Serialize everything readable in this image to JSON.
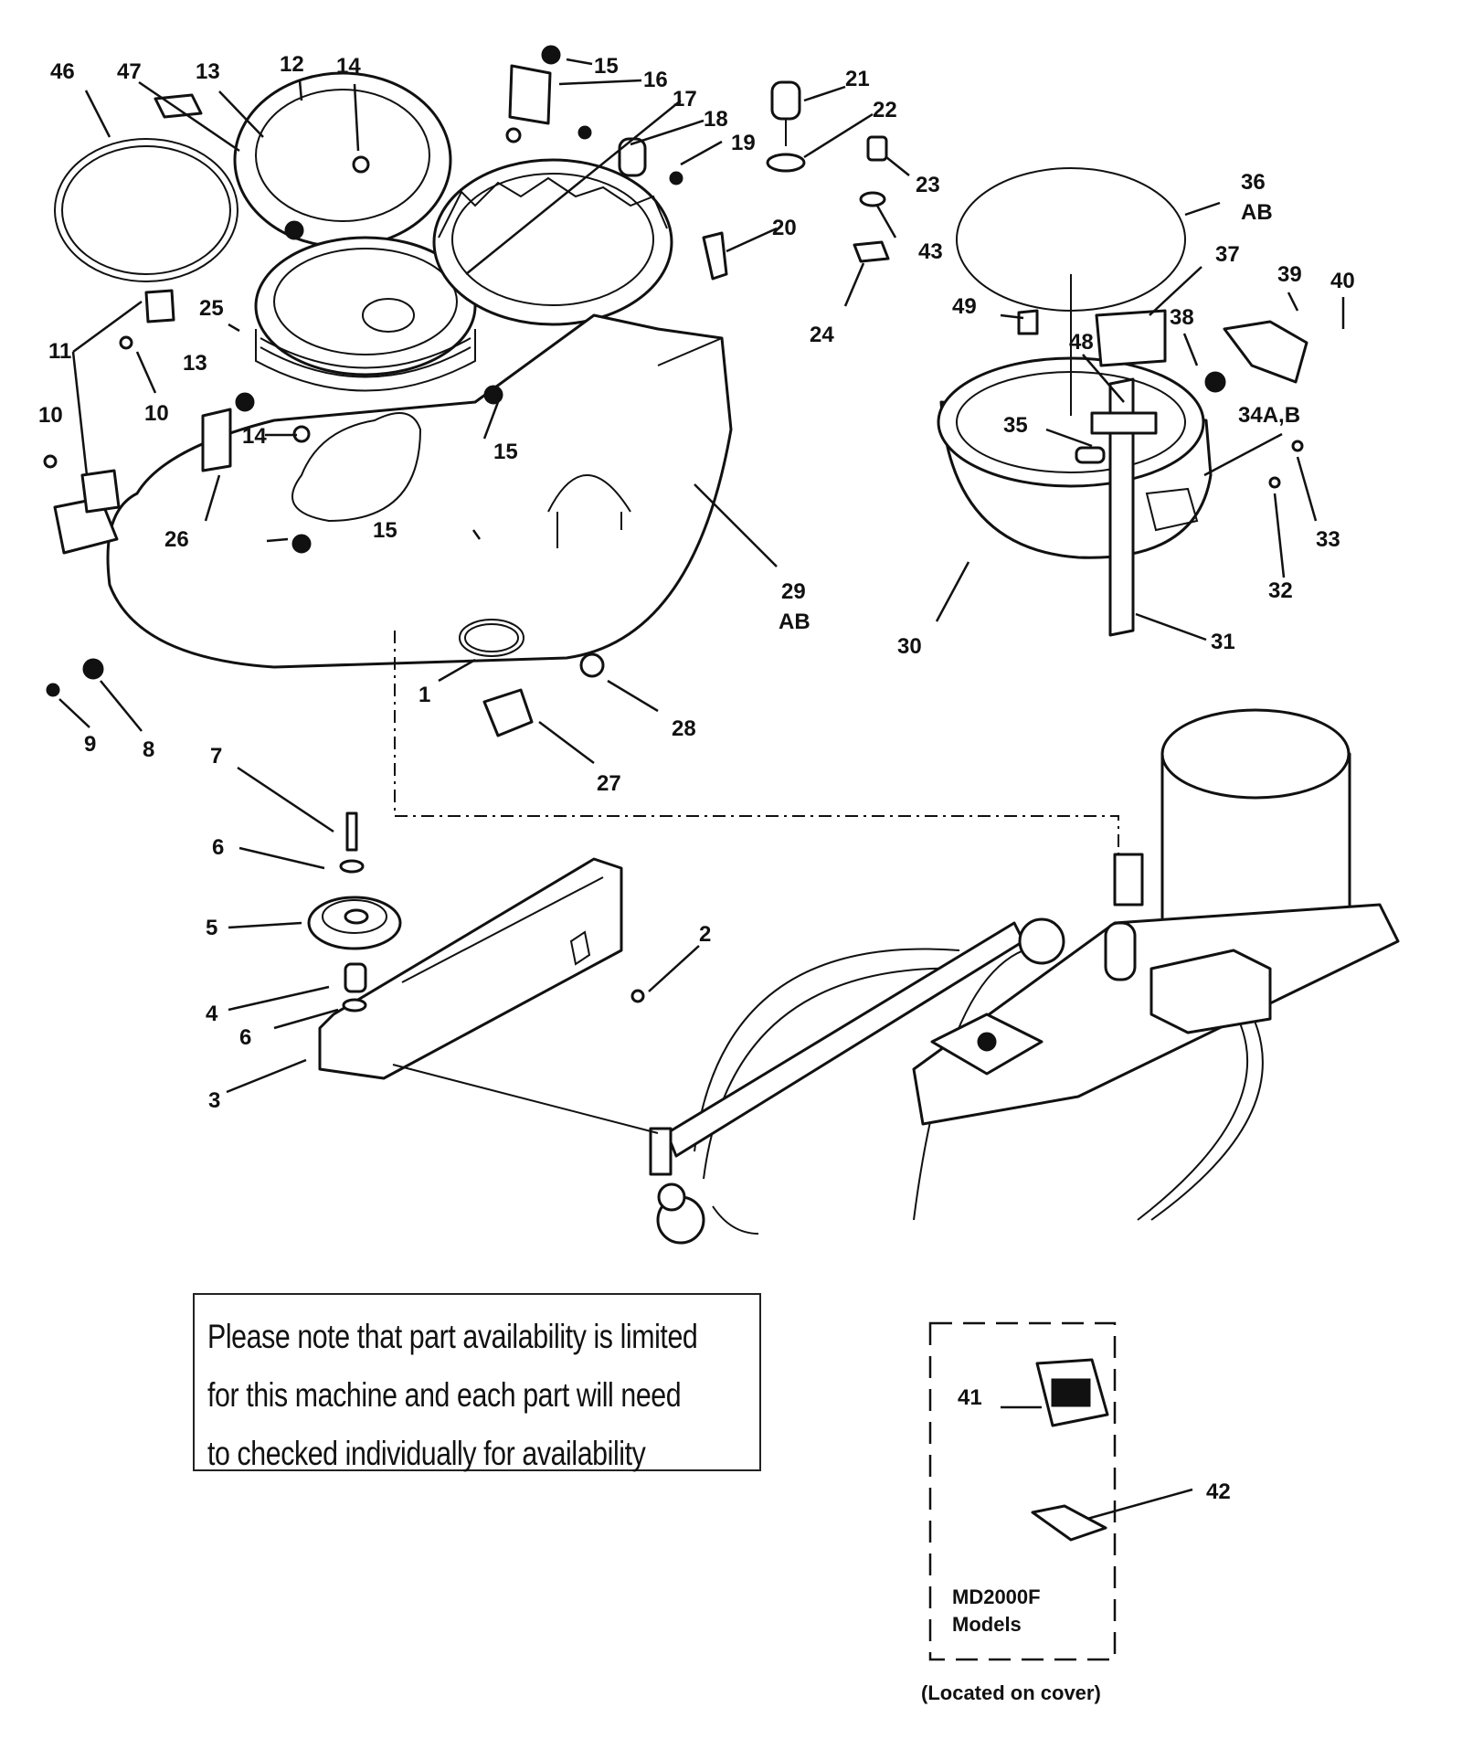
{
  "diagram": {
    "part_labels": [
      "46",
      "47",
      "13",
      "12",
      "14",
      "15",
      "16",
      "17",
      "18",
      "19",
      "21",
      "22",
      "23",
      "20",
      "36",
      "AB",
      "37",
      "39",
      "40",
      "49",
      "38",
      "48",
      "24",
      "43",
      "25",
      "11",
      "10",
      "10",
      "13",
      "14",
      "15",
      "26",
      "15",
      "35",
      "34A,B",
      "33",
      "32",
      "29",
      "AB",
      "30",
      "31",
      "1",
      "28",
      "27",
      "9",
      "8",
      "7",
      "6",
      "5",
      "2",
      "4",
      "6",
      "3",
      "41",
      "42"
    ],
    "note_lines": [
      "Please note that part availability is limited",
      "for this machine and each part will need",
      "to checked individually for availability"
    ],
    "inset": {
      "model_line1": "MD2000F",
      "model_line2": "Models",
      "location": "(Located on cover)"
    }
  }
}
